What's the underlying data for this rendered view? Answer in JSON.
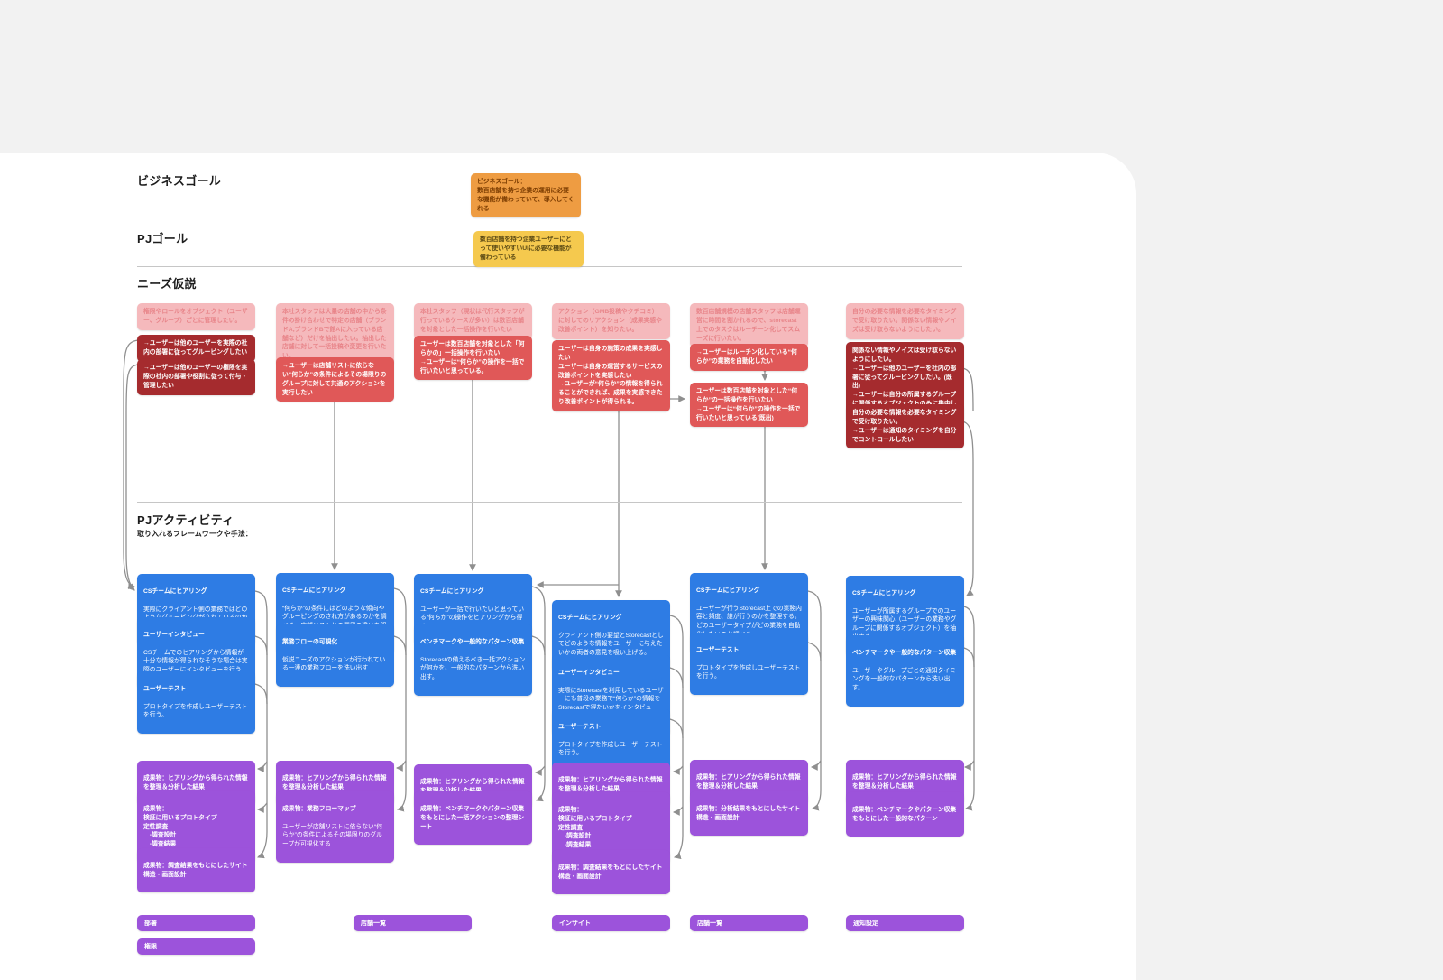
{
  "sections": {
    "business_goal": {
      "label": "ビジネスゴール"
    },
    "pj_goal": {
      "label": "PJゴール"
    },
    "needs": {
      "label": "ニーズ仮説"
    },
    "activity": {
      "label": "PJアクティビティ",
      "sub": "取り入れるフレームワークや手法："
    }
  },
  "goal_notes": {
    "business": {
      "text": "ビジネスゴール：\n数百店舗を持つ企業の運用に必要な機能が備わっていて、導入してくれる"
    },
    "pj": {
      "text": "数百店舗を持つ企業ユーザーにとって使いやすいUIに必要な機能が備わっている"
    }
  },
  "colors": {
    "orange": "#ee9c42",
    "yellow": "#f5c94e",
    "pink": "#f5b9bc",
    "red": "#e05858",
    "dark_red": "#a52b2e",
    "blue": "#2e7ce4",
    "purple": "#9c53db",
    "connector": "#8f8f8f"
  },
  "columns": [
    {
      "needs": [
        {
          "type": "pink",
          "text": "権限やロールをオブジェクト（ユーザー、グループ）ごとに管理したい。"
        },
        {
          "type": "dark",
          "text": "→ユーザーは他のユーザーを実際の社内の部署に従ってグルーピングしたい"
        },
        {
          "type": "dark",
          "text": "→ユーザーは他のユーザーの権限を実際の社内の部署や役割に従って付与・管理したい"
        }
      ],
      "activities": [
        {
          "title": "CSチームにヒアリング",
          "body": "実際にクライアント側の業務ではどのようなグルーピングがされているのか確かめる。"
        },
        {
          "title": "ユーザーインタビュー",
          "body": "CSチームでのヒアリングから情報が十分な情報が得られなそうな場合は実際のユーザーにインタビューを行う"
        },
        {
          "title": "ユーザーテスト",
          "body": "プロトタイプを作成しユーザーテストを行う。"
        }
      ],
      "deliverables": [
        {
          "title": "成果物：ヒアリングから得られた情報を整理＆分析した結果",
          "body": ""
        },
        {
          "title": "成果物：\n検証に用いるプロトタイプ\n定性調査\n　-調査設計\n　-調査結果",
          "body": ""
        },
        {
          "title": "成果物：調査結果をもとにしたサイト構造・画面設計",
          "body": ""
        }
      ]
    },
    {
      "needs": [
        {
          "type": "pink",
          "text": "本社スタッフは大量の店舗の中から条件の掛け合わせで特定の店舗（ブランドA,ブランドBで館Aに入っている店舗など）だけを抽出したい。抽出した店舗に対して一括投稿や変更を行いたい。"
        },
        {
          "type": "red",
          "text": "→ユーザーは店舗リストに依らない“何らか”の条件によるその場限りのグループに対して共通のアクションを実行したい"
        }
      ],
      "activities": [
        {
          "title": "CSチームにヒアリング",
          "body": "“何らか”の条件にはどのような傾向やグルーピングのされ方があるのかを調べる。店舗リストとの運用の違いを明確にする。"
        },
        {
          "title": "業務フローの可視化",
          "body": "仮説ニーズのアクションが行われている一連の業務フローを洗い出す"
        }
      ],
      "deliverables": [
        {
          "title": "成果物：ヒアリングから得られた情報を整理＆分析した結果",
          "body": ""
        },
        {
          "title": "成果物：業務フローマップ",
          "body": "ユーザーが店舗リストに依らない“何らか”の条件によるその場限りのグループが可視化する"
        }
      ]
    },
    {
      "needs": [
        {
          "type": "pink",
          "text": "本社スタッフ（現状は代行スタッフが行っているケースが多い）は数百店舗を対象とした一括操作を行いたい"
        },
        {
          "type": "red",
          "text": "ユーザーは数百店舗を対象とした「何らかの」一括操作を行いたい\n→ユーザーは“何らか”の操作を一括で行いたいと思っている。"
        }
      ],
      "activities": [
        {
          "title": "CSチームにヒアリング",
          "body": "ユーザーが一括で行いたいと思っている“何らか”の操作をヒアリングから得る。"
        },
        {
          "title": "ベンチマークや一般的なパターン収集",
          "body": "Storecastの備えるべき一括アクションが何かを、一般的なパターンから洗い出す。"
        }
      ],
      "deliverables": [
        {
          "title": "成果物：ヒアリングから得られた情報を整理＆分析した結果",
          "body": ""
        },
        {
          "title": "成果物：ベンチマークやパターン収集をもとにした一括アクションの整理シート",
          "body": ""
        }
      ]
    },
    {
      "needs": [
        {
          "type": "pink",
          "text": "アクション（GMB投稿やクチコミ）に対してのリアクション（成果実感や改善ポイント）を知りたい。"
        },
        {
          "type": "red",
          "text": "ユーザーは自身の施策の成果を実感したい\nユーザーは自身の運営するサービスの改善ポイントを実感したい\n→ユーザーが“何らか”の情報を得られることができれば、成果を実感できたり改善ポイントが得られる。"
        }
      ],
      "activities": [
        {
          "title": "CSチームにヒアリング",
          "body": "クライアント側の要望とStorecastとしてどのような情報をユーザーに与えたいかの両者の意見を吸い上げる。"
        },
        {
          "title": "ユーザーインタビュー",
          "body": "実際にStorecastを利用しているユーザーにも普段の業務で“何らか”の情報をStorecastで得たいかをインタビューする。"
        },
        {
          "title": "ユーザーテスト",
          "body": "プロトタイプを作成しユーザーテストを行う。"
        }
      ],
      "deliverables": [
        {
          "title": "成果物：ヒアリングから得られた情報を整理＆分析した結果",
          "body": ""
        },
        {
          "title": "成果物：\n検証に用いるプロトタイプ\n定性調査\n　-調査設計\n　-調査結果",
          "body": ""
        },
        {
          "title": "成果物：調査結果をもとにしたサイト構造・画面設計",
          "body": ""
        }
      ]
    },
    {
      "needs": [
        {
          "type": "pink",
          "text": "数百店舗規模の店舗スタッフは店舗運営に時間を割かれるので、storecast上でのタスクはルーチーン化してスムーズに行いたい。"
        },
        {
          "type": "red",
          "text": "→ユーザーはルーチン化している“何らか”の業務を自動化したい"
        },
        {
          "type": "red",
          "text": "ユーザーは数百店舗を対象とした“何らか”の一括操作を行いたい\n→ユーザーは“何らか”の操作を一括で行いたいと思っている(既出)"
        }
      ],
      "activities": [
        {
          "title": "CSチームにヒアリング",
          "body": "ユーザーが行うStorecast上での業務内容と頻度、誰が行うのかを整理する。\nどのユーザータイプがどの業務を自動化したいのか調べる。"
        },
        {
          "title": "ユーザーテスト",
          "body": "プロトタイプを作成しユーザーテストを行う。"
        }
      ],
      "deliverables": [
        {
          "title": "成果物：ヒアリングから得られた情報を整理＆分析した結果",
          "body": ""
        },
        {
          "title": "成果物：分析結果をもとにしたサイト構造・画面設計",
          "body": ""
        }
      ]
    },
    {
      "needs": [
        {
          "type": "pink",
          "text": "自分の必要な情報を必要なタイミングで受け取りたい。関係ない情報やノイズは受け取らないようにしたい。"
        },
        {
          "type": "dark",
          "text": "関係ない情報やノイズは受け取らないようにしたい。\n→ユーザーは他のユーザーを社内の部署に従ってグルーピングしたい。(既出)\n→ユーザーは自分の所属するグループに関係するオブジェクトのみに集中したい"
        },
        {
          "type": "dark",
          "text": "自分の必要な情報を必要なタイミングで受け取りたい。\n→ユーザーは通知のタイミングを自分でコントロールしたい"
        }
      ],
      "activities": [
        {
          "title": "CSチームにヒアリング",
          "body": "ユーザーが所属するグループでのユーザーの興味関心（ユーザーの業務やグループに関係するオブジェクト）を抽出する。"
        },
        {
          "title": "ベンチマークや一般的なパターン収集",
          "body": "ユーザーやグループごとの通知タイミングを一般的なパターンから洗い出す。"
        }
      ],
      "deliverables": [
        {
          "title": "成果物：ヒアリングから得られた情報を整理＆分析した結果",
          "body": ""
        },
        {
          "title": "成果物：ベンチマークやパターン収集をもとにした一般的なパターン",
          "body": ""
        }
      ]
    }
  ],
  "tags": [
    {
      "label": "部署"
    },
    {
      "label": "権限"
    },
    {
      "label": "店舗一覧"
    },
    {
      "label": "インサイト"
    },
    {
      "label": "店舗一覧"
    },
    {
      "label": "通知設定"
    }
  ]
}
